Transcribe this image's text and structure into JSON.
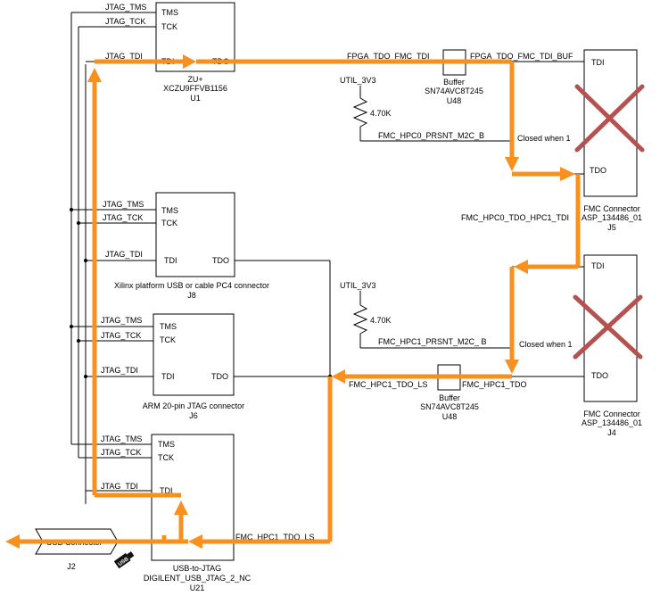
{
  "colors": {
    "path": "#f7901e",
    "cross": "#b5524f",
    "wire": "#000000"
  },
  "u1": {
    "tms": "TMS",
    "tck": "TCK",
    "tdi": "TDI",
    "tdo": "TDO",
    "name1": "ZU+",
    "name2": "XCZU9FFVB1156",
    "ref": "U1"
  },
  "j8": {
    "tms": "TMS",
    "tck": "TCK",
    "tdi": "TDI",
    "tdo": "TDO",
    "name": "Xilinx platform USB or cable PC4 connector",
    "ref": "J8"
  },
  "j6": {
    "tms": "TMS",
    "tck": "TCK",
    "tdi": "TDI",
    "tdo": "TDO",
    "name": "ARM 20-pin JTAG connector",
    "ref": "J6"
  },
  "u21": {
    "tms": "TMS",
    "tck": "TCK",
    "tdi": "TDI",
    "name1": "USB-to-JTAG",
    "name2": "DIGILENT_USB_JTAG_2_NC",
    "ref": "U21"
  },
  "j5": {
    "tdi": "TDI",
    "tdo": "TDO",
    "name1": "FMC Connector",
    "name2": "ASP_134486_01",
    "ref": "J5"
  },
  "j4": {
    "tdi": "TDI",
    "tdo": "TDO",
    "name1": "FMC Connector",
    "name2": "ASP_134486_01",
    "ref": "J4"
  },
  "u48a": {
    "name1": "Buffer",
    "name2": "SN74AVC8T245",
    "ref": "U48"
  },
  "u48b": {
    "name1": "Buffer",
    "name2": "SN74AVC8T245",
    "ref": "U48"
  },
  "j2": {
    "name": "USB Connector",
    "ref": "J2"
  },
  "nets": {
    "jtag_tms": "JTAG_TMS",
    "jtag_tck": "JTAG_TCK",
    "jtag_tdi": "JTAG_TDI",
    "fpga_tdo_fmc_tdi": "FPGA_TDO_FMC_TDI",
    "fpga_tdo_fmc_tdi_buf": "FPGA_TDO_FMC_TDI_BUF",
    "util_3v3": "UTIL_3V3",
    "resistor": "4.70K",
    "fmc_hpc0_prsnt": "FMC_HPC0_PRSNT_M2C_B",
    "closed_when_1": "Closed when 1",
    "fmc_hpc0_tdo_hpc1_tdi": "FMC_HPC0_TDO_HPC1_TDI",
    "fmc_hpc1_prsnt": "FMC_HPC1_PRSNT_M2C_ B",
    "fmc_hpc1_tdo_ls": "FMC_HPC1_TDO_LS",
    "fmc_hpc1_tdo": "FMC_HPC1_TDO"
  },
  "icons": {
    "usb": "usb-drive-icon",
    "cross": "x-mark-icon"
  }
}
